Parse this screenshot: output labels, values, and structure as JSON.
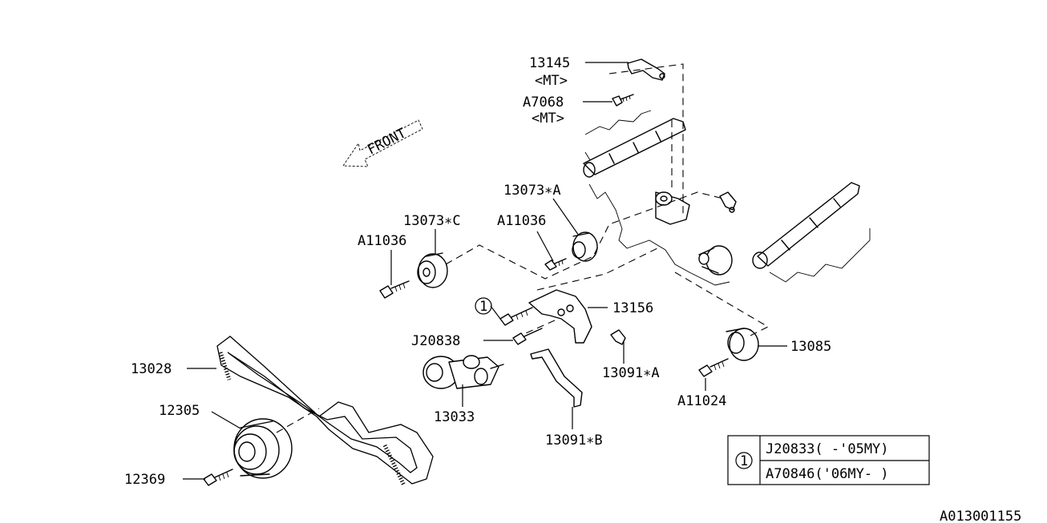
{
  "diagram_id": "A013001155",
  "front_label": "FRONT",
  "callouts": {
    "p13145": "13145",
    "p13145_note": "<MT>",
    "pA7068": "A7068",
    "pA7068_note": "<MT>",
    "p13073A": "13073∗A",
    "p13073C": "13073∗C",
    "pA11036_left": "A11036",
    "pA11036_mid": "A11036",
    "p13156": "13156",
    "pJ20838": "J20838",
    "p13028": "13028",
    "p13033": "13033",
    "p12305": "12305",
    "p12369": "12369",
    "p13091A": "13091∗A",
    "p13091B": "13091∗B",
    "p13085": "13085",
    "pA11024": "A11024",
    "ref_marker": "1"
  },
  "legend": {
    "marker": "1",
    "rows": [
      "J20833( -'05MY)",
      "A70846('06MY- )"
    ]
  }
}
